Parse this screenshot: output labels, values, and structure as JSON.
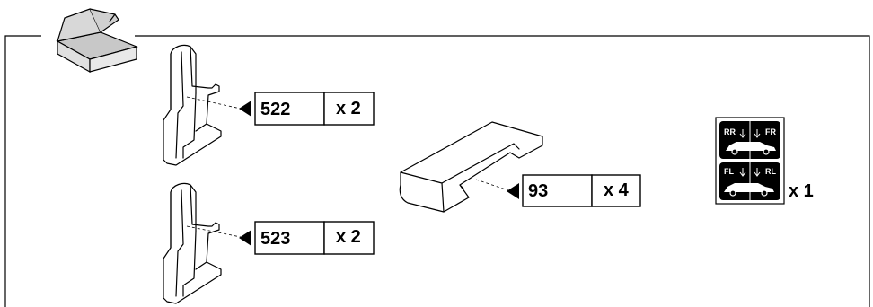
{
  "parts": [
    {
      "number": "522",
      "quantity": "x 2"
    },
    {
      "number": "523",
      "quantity": "x 2"
    },
    {
      "number": "93",
      "quantity": "x 4"
    }
  ],
  "stickers": {
    "top_left": "RR",
    "top_right": "FR",
    "bottom_left": "FL",
    "bottom_right": "RL",
    "quantity": "x 1"
  }
}
